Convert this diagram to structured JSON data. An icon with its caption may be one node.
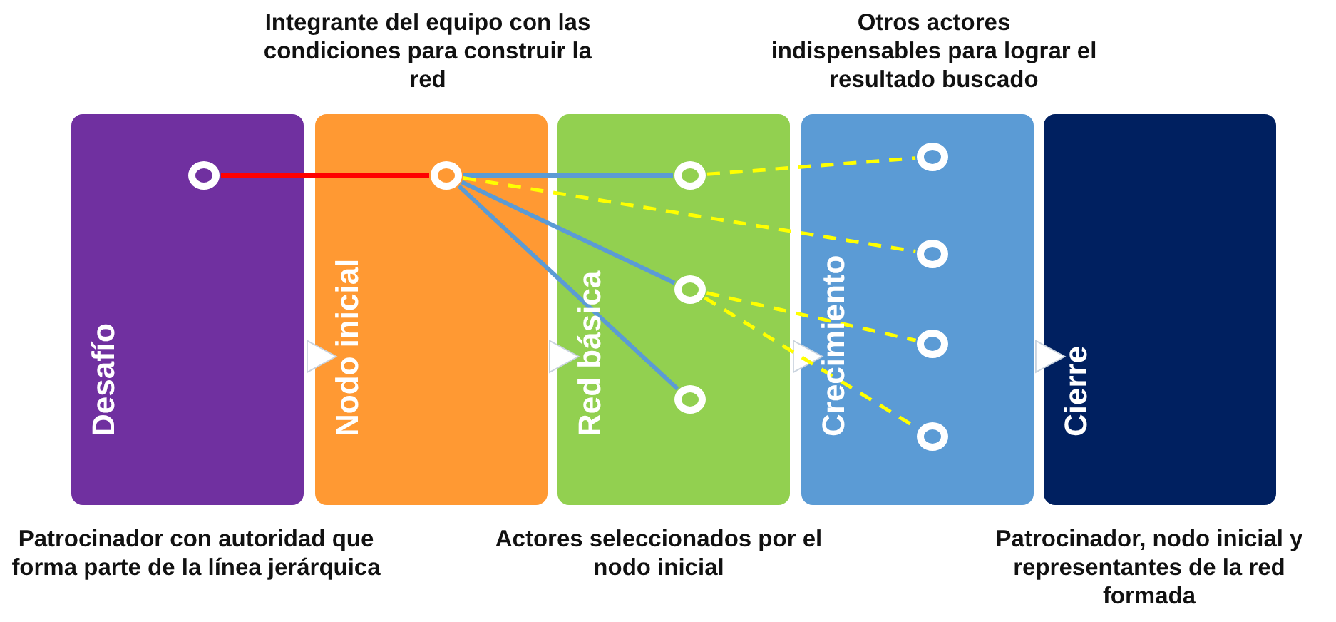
{
  "diagram": {
    "nodes": [
      {
        "text": [
          "Desafío"
        ]
      },
      {
        "text": [
          "Nodo inicial"
        ]
      },
      {
        "text": [
          "Red básica"
        ]
      },
      {
        "text": [
          "Crecimiento"
        ]
      },
      {
        "text": [
          "Cierre"
        ]
      },
      {
        "text": [],
        "shape": "circle",
        "in": 0
      },
      {
        "text": [],
        "shape": "circle",
        "in": 1
      },
      {
        "text": [],
        "shape": "circle",
        "in": 2
      },
      {
        "text": [],
        "shape": "circle",
        "in": 2
      },
      {
        "text": [],
        "shape": "circle",
        "in": 2
      },
      {
        "text": [],
        "shape": "circle",
        "in": 3
      },
      {
        "text": [],
        "shape": "circle",
        "in": 3
      },
      {
        "text": [],
        "shape": "circle",
        "in": 3
      },
      {
        "text": [],
        "shape": "circle",
        "in": 3
      }
    ],
    "edges": [
      {
        "from": 0,
        "to": 1,
        "arrow": "to"
      },
      {
        "from": 1,
        "to": 2,
        "arrow": "to"
      },
      {
        "from": 2,
        "to": 3,
        "arrow": "to"
      },
      {
        "from": 3,
        "to": 4,
        "arrow": "to"
      },
      {
        "from": 5,
        "to": 6,
        "arrow": "none",
        "color": "#ff0000"
      },
      {
        "from": 6,
        "to": 7,
        "arrow": "none",
        "color": "#5b9bd5"
      },
      {
        "from": 6,
        "to": 8,
        "arrow": "none",
        "color": "#5b9bd5"
      },
      {
        "from": 6,
        "to": 9,
        "arrow": "none",
        "color": "#5b9bd5"
      },
      {
        "from": 6,
        "to": 11,
        "arrow": "none",
        "style": "dashed",
        "color": "#ffff00"
      },
      {
        "from": 7,
        "to": 10,
        "arrow": "none",
        "style": "dashed",
        "color": "#ffff00"
      },
      {
        "from": 8,
        "to": 12,
        "arrow": "none",
        "style": "dashed",
        "color": "#ffff00"
      },
      {
        "from": 8,
        "to": 13,
        "arrow": "none",
        "style": "dashed",
        "color": "#ffff00"
      }
    ],
    "labels": [
      "Integrante del equipo con las condiciones para construir la red",
      "Otros actores indispensables para lograr el resultado buscado",
      "Patrocinador con autoridad que forma parte de la línea jerárquica",
      "Actores seleccionados por el nodo inicial",
      "Patrocinador, nodo inicial y representantes de la red formada"
    ]
  }
}
